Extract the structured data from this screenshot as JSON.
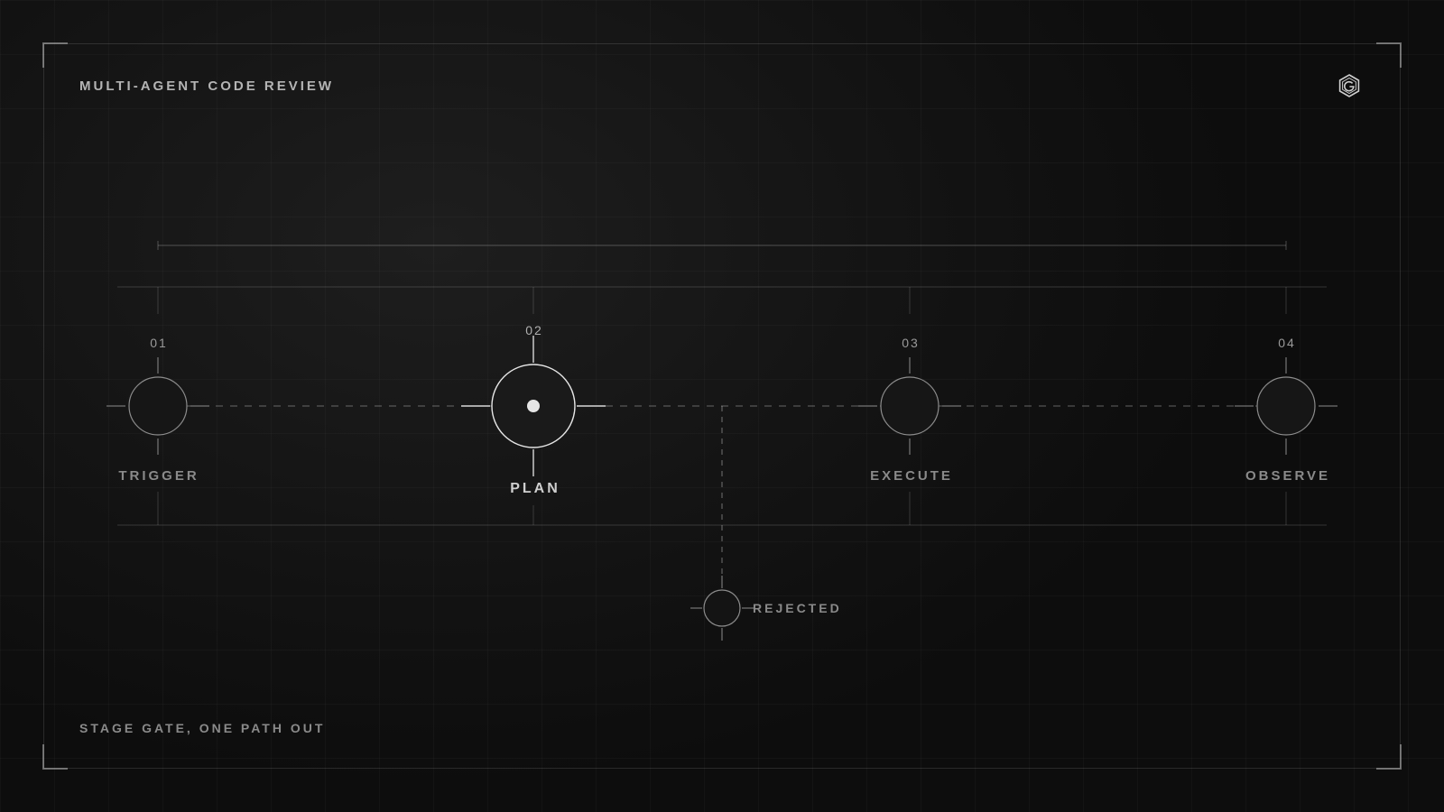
{
  "header": {
    "title": "MULTI-AGENT CODE REVIEW",
    "logo_icon": "hexagon-g-logo"
  },
  "footer": {
    "caption": "STAGE GATE, ONE PATH OUT"
  },
  "stages": [
    {
      "number": "01",
      "label": "TRIGGER",
      "active": false
    },
    {
      "number": "02",
      "label": "PLAN",
      "active": true
    },
    {
      "number": "03",
      "label": "EXECUTE",
      "active": false
    },
    {
      "number": "04",
      "label": "OBSERVE",
      "active": false
    }
  ],
  "branch": {
    "label": "REJECTED",
    "from_stage": "02"
  },
  "colors": {
    "background": "#111111",
    "line": "#8c8c8c",
    "active": "#e6e6e6",
    "muted_text": "#8a8a8a"
  }
}
